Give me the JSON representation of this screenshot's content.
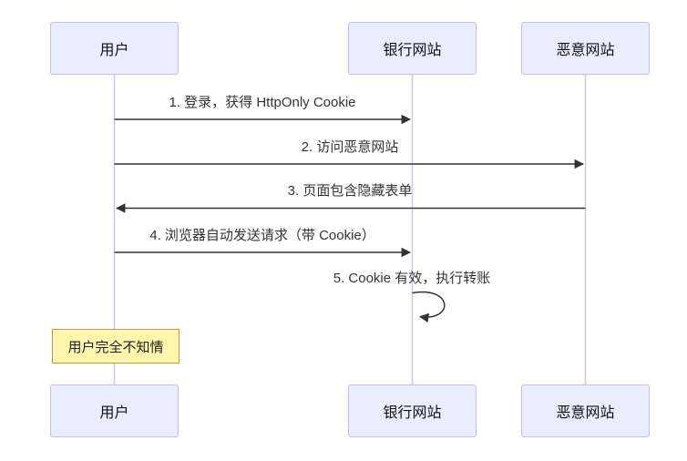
{
  "diagram": {
    "type": "sequence-diagram",
    "topic": "CSRF attack flow",
    "actors": [
      {
        "id": "user",
        "label": "用户"
      },
      {
        "id": "bank",
        "label": "银行网站"
      },
      {
        "id": "evil",
        "label": "恶意网站"
      }
    ],
    "messages": [
      {
        "seq": 1,
        "label": "1. 登录，获得 HttpOnly Cookie",
        "from": "用户",
        "to": "银行网站",
        "line": "solid",
        "direction": "right"
      },
      {
        "seq": 2,
        "label": "2. 访问恶意网站",
        "from": "用户",
        "to": "恶意网站",
        "line": "solid",
        "direction": "right"
      },
      {
        "seq": 3,
        "label": "3. 页面包含隐藏表单",
        "from": "恶意网站",
        "to": "用户",
        "line": "solid",
        "direction": "left"
      },
      {
        "seq": 4,
        "label": "4. 浏览器自动发送请求（带 Cookie）",
        "from": "用户",
        "to": "银行网站",
        "line": "solid",
        "direction": "right"
      },
      {
        "seq": 5,
        "label": "5. Cookie 有效，执行转账",
        "from": "银行网站",
        "to": "银行网站",
        "line": "solid",
        "direction": "self-loop"
      }
    ],
    "note": {
      "label": "用户完全不知情",
      "position": "over",
      "actor": "用户"
    },
    "colors": {
      "background": "#ffffff",
      "actor_fill": "#ECECFF",
      "actor_border": "#c4bde6",
      "lifeline": "#d2c9ea",
      "message_line": "#333333",
      "message_text": "#333333",
      "note_fill": "#fff5ad",
      "note_border": "#aaaa33"
    }
  }
}
